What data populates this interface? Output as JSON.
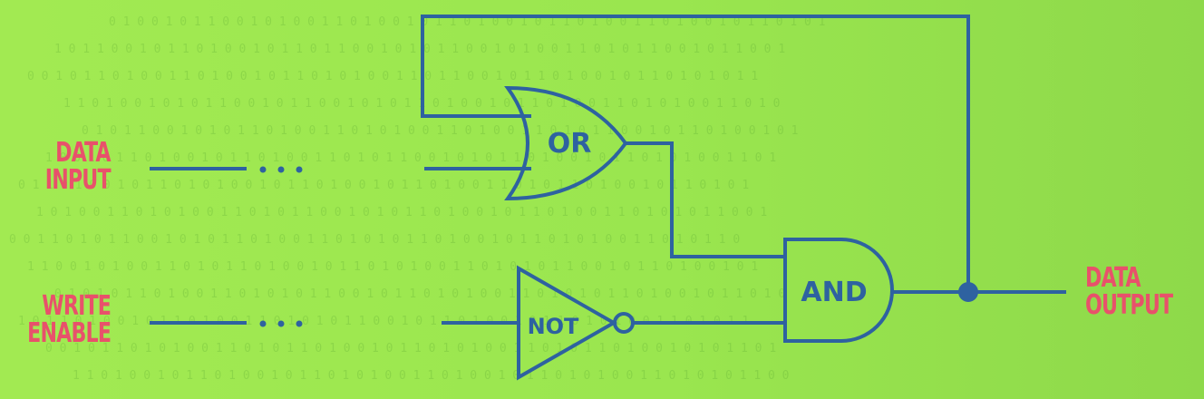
{
  "labels": {
    "data_input": [
      "DATA",
      "INPUT"
    ],
    "write_enable": [
      "WRITE",
      "ENABLE"
    ],
    "data_output": [
      "DATA",
      "OUTPUT"
    ]
  },
  "gates": {
    "or": "OR",
    "not": "NOT",
    "and": "AND"
  },
  "colors": {
    "background": "#9be84e",
    "wire": "#2e62a0",
    "label": "#e8516b"
  }
}
